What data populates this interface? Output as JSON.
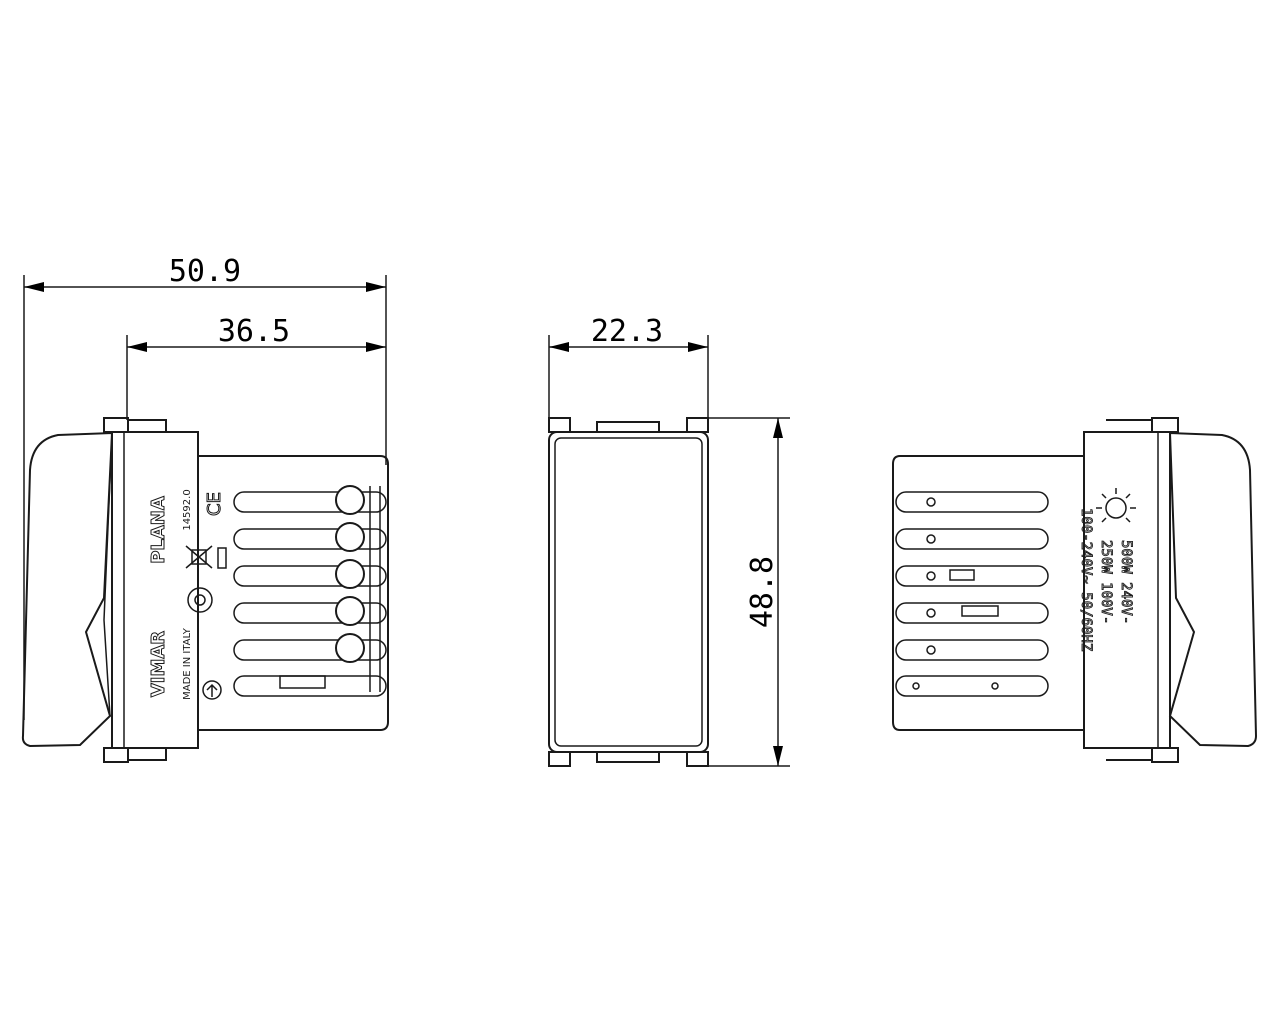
{
  "dimensions": {
    "overall_width": "50.9",
    "body_width": "36.5",
    "front_width": "22.3",
    "height": "48.8"
  },
  "left_view": {
    "brand": "PLANA",
    "maker": "VIMAR",
    "code": "14592.0",
    "origin": "MADE IN ITALY",
    "ce_mark": "CE"
  },
  "right_view": {
    "spec_line_1": "500W 240V-",
    "spec_line_2": "250W 100V-",
    "spec_line_3": "100-240V~ 50/60HZ"
  }
}
